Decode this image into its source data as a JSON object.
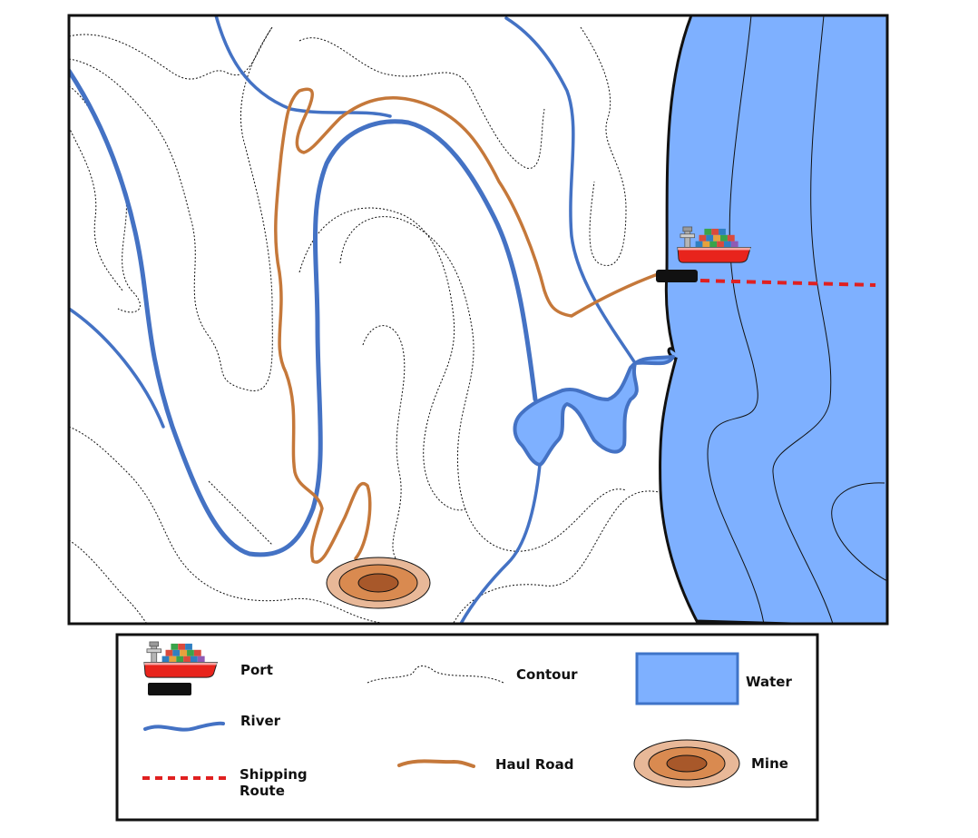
{
  "map": {
    "colors": {
      "river": "#4472C4",
      "haul_road": "#C5783A",
      "water": "#7EB0FF",
      "water_border": "#3F74C8",
      "shipping_route": "#E02020",
      "contour": "#111111",
      "port_dock": "#111111",
      "ship_hull": "#E8241C",
      "mine_outer": "#E8B898",
      "mine_mid": "#D98A50",
      "mine_inner": "#A8582A"
    },
    "features": [
      "river",
      "haul-road",
      "contour",
      "water",
      "port",
      "shipping-route",
      "mine"
    ]
  },
  "legend": {
    "port": "Port",
    "river": "River",
    "shipping_route_line1": "Shipping",
    "shipping_route_line2": "Route",
    "contour": "Contour",
    "haul_road": "Haul Road",
    "water": "Water",
    "mine": "Mine"
  }
}
